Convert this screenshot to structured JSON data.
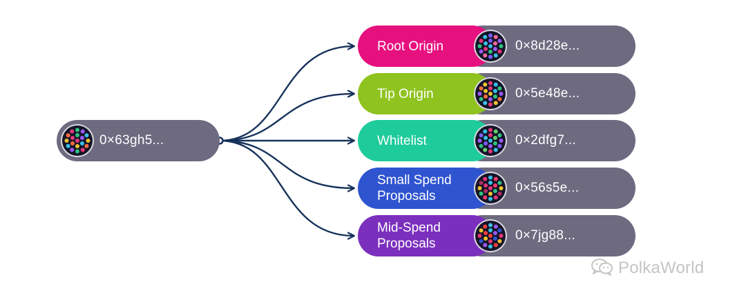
{
  "diagram": {
    "source": {
      "address": "0×63gh5..."
    },
    "targets": [
      {
        "label": "Root Origin",
        "address": "0×8d28e...",
        "color": "#e6107f"
      },
      {
        "label": "Tip Origin",
        "address": "0×5e48e...",
        "color": "#8fc31f"
      },
      {
        "label": "Whitelist",
        "address": "0×2dfg7...",
        "color": "#1ecb9b"
      },
      {
        "label": "Small Spend Proposals",
        "address": "0×56s5e...",
        "color": "#2f54d0"
      },
      {
        "label": "Mid-Spend Proposals",
        "address": "0×7jg88...",
        "color": "#7b2fbd"
      }
    ],
    "colors": {
      "pill_gray": "#6e6b80",
      "arrow": "#16325a",
      "avatar_bg": "#151528"
    }
  },
  "watermark": {
    "text": "PolkaWorld",
    "icon": "wechat-icon"
  }
}
